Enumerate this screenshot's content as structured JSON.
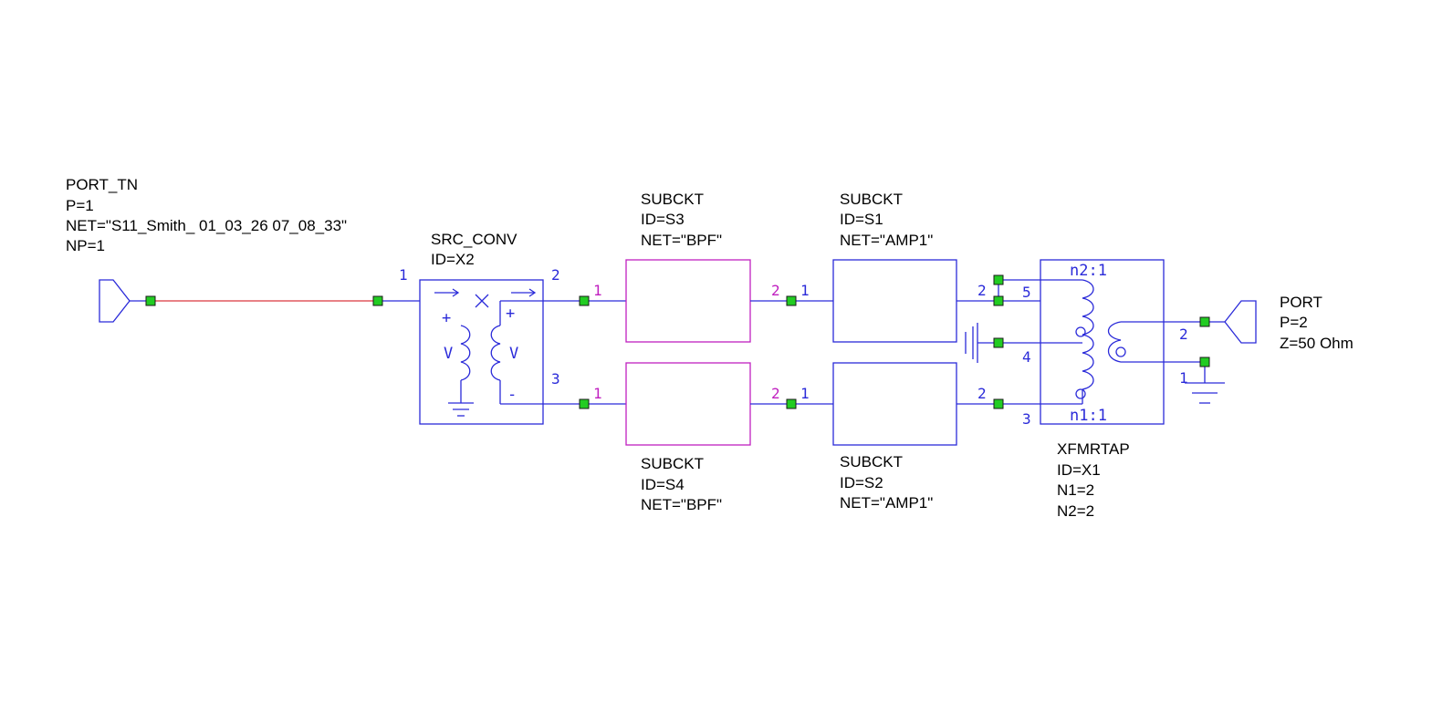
{
  "components": {
    "port_tn": {
      "name": "PORT_TN",
      "p": "P=1",
      "net": "NET=\"S11_Smith_ 01_03_26 07_08_33\"",
      "np": "NP=1"
    },
    "src_conv": {
      "name": "SRC_CONV",
      "id": "ID=X2",
      "pin1": "1",
      "pin2": "2",
      "pin3": "3",
      "v_left": "V",
      "v_right": "V",
      "plus": "+",
      "minus": "-"
    },
    "s3": {
      "name": "SUBCKT",
      "id": "ID=S3",
      "net": "NET=\"BPF\"",
      "pin_in": "1",
      "pin_out": "2"
    },
    "s4": {
      "name": "SUBCKT",
      "id": "ID=S4",
      "net": "NET=\"BPF\"",
      "pin_in": "1",
      "pin_out": "2"
    },
    "s1": {
      "name": "SUBCKT",
      "id": "ID=S1",
      "net": "NET=\"AMP1\"",
      "pin_in": "1",
      "pin_out": "2"
    },
    "s2": {
      "name": "SUBCKT",
      "id": "ID=S2",
      "net": "NET=\"AMP1\"",
      "pin_in": "1",
      "pin_out": "2"
    },
    "x1": {
      "name": "XFMRTAP",
      "id": "ID=X1",
      "n1": "N1=2",
      "n2": "N2=2",
      "tag_n2": "n2:1",
      "tag_n1": "n1:1",
      "pin5": "5",
      "pin4": "4",
      "pin3": "3",
      "pin2": "2",
      "pin1": "1"
    },
    "port2": {
      "name": "PORT",
      "p": "P=2",
      "z": "Z=50 Ohm"
    }
  },
  "colors": {
    "wire": "#2b2bd9",
    "wire_red": "#d9363e",
    "subckt_magenta": "#c020c0",
    "node": "#22cc22"
  }
}
